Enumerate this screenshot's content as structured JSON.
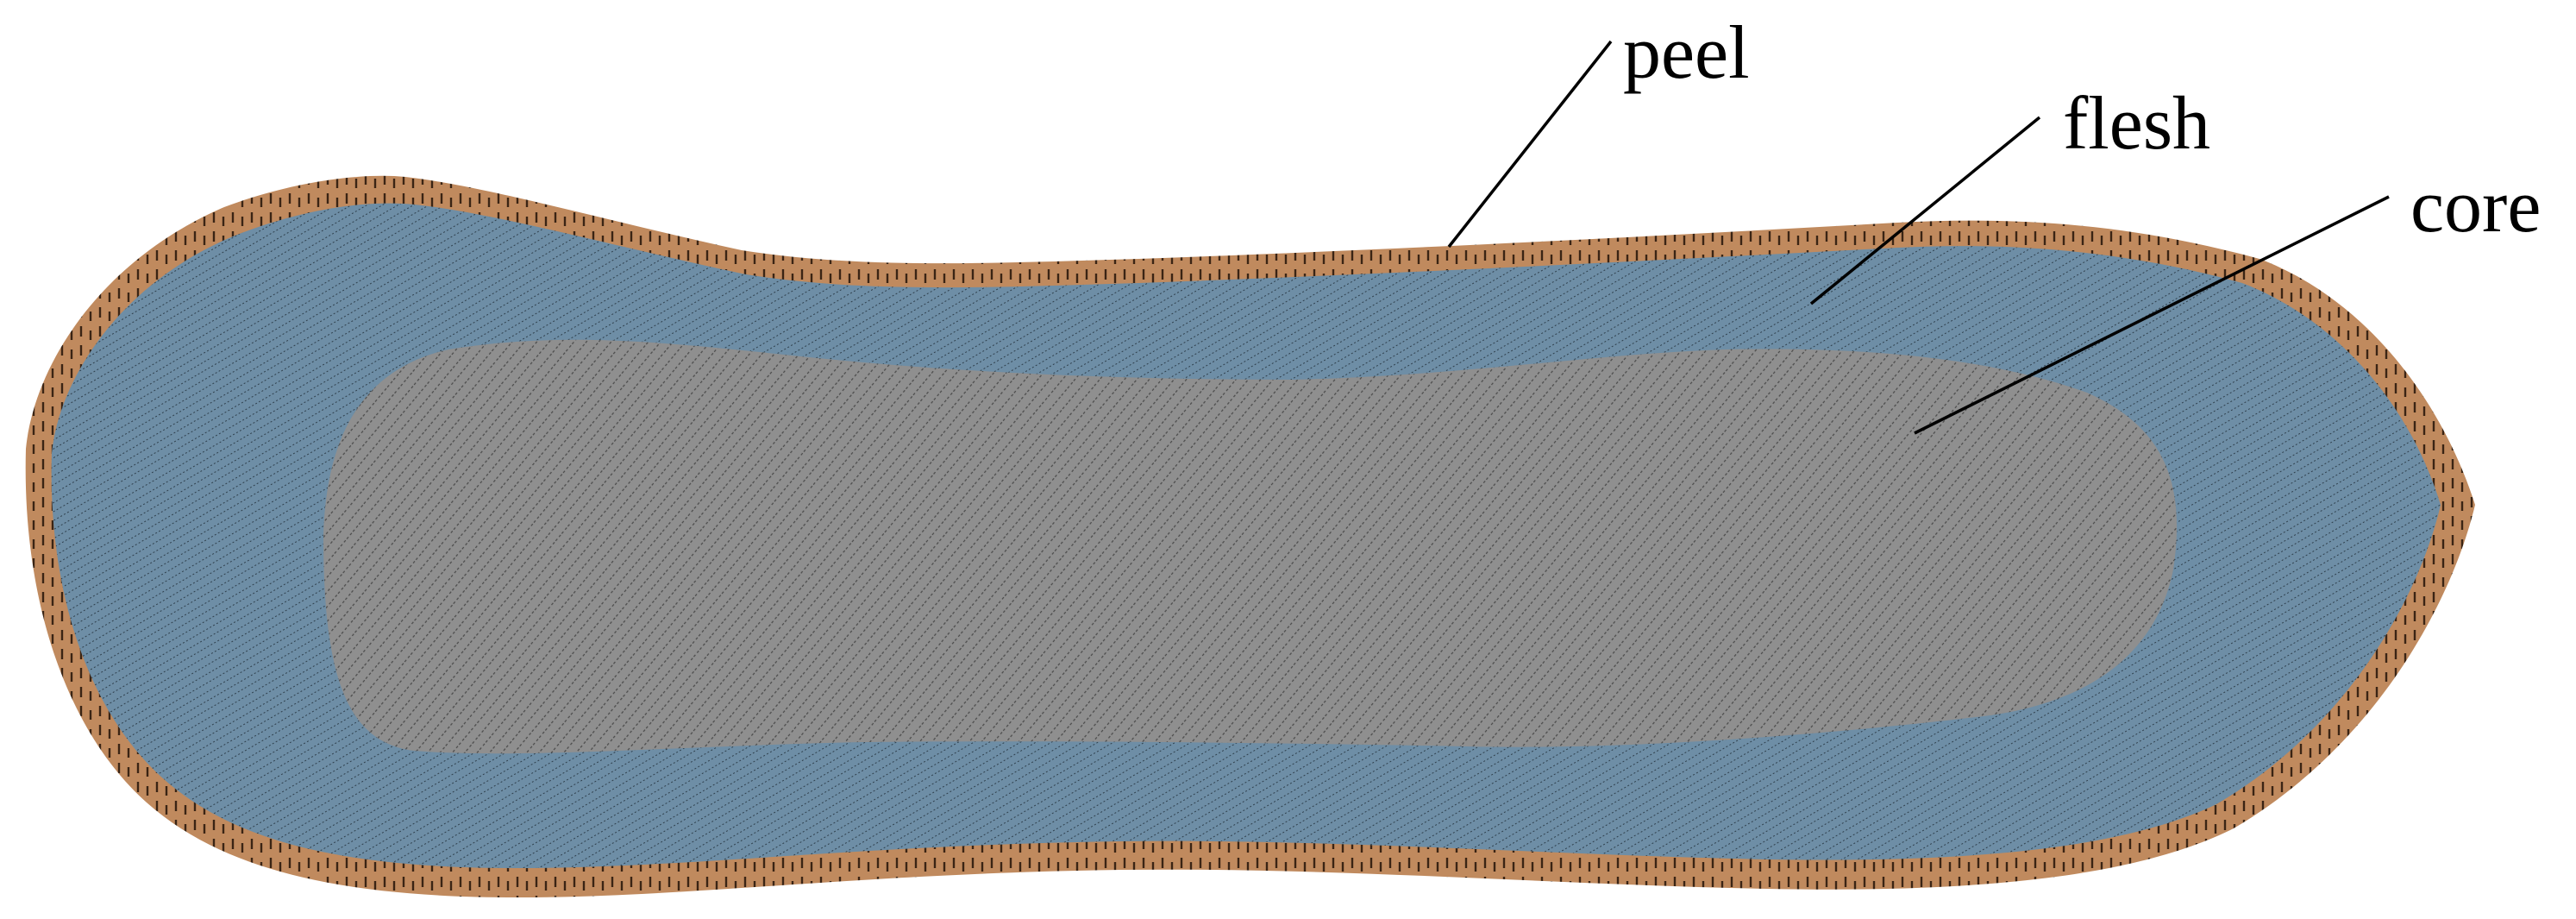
{
  "diagram": {
    "layers": [
      {
        "id": "peel",
        "label": "peel",
        "color": "#c08a5e",
        "texture": "#3a2414"
      },
      {
        "id": "flesh",
        "label": "flesh",
        "color": "#6e8ea6",
        "texture": "#2e3f4c"
      },
      {
        "id": "core",
        "label": "core",
        "color": "#8f8f8f",
        "texture": "#4a4a4a"
      }
    ]
  }
}
